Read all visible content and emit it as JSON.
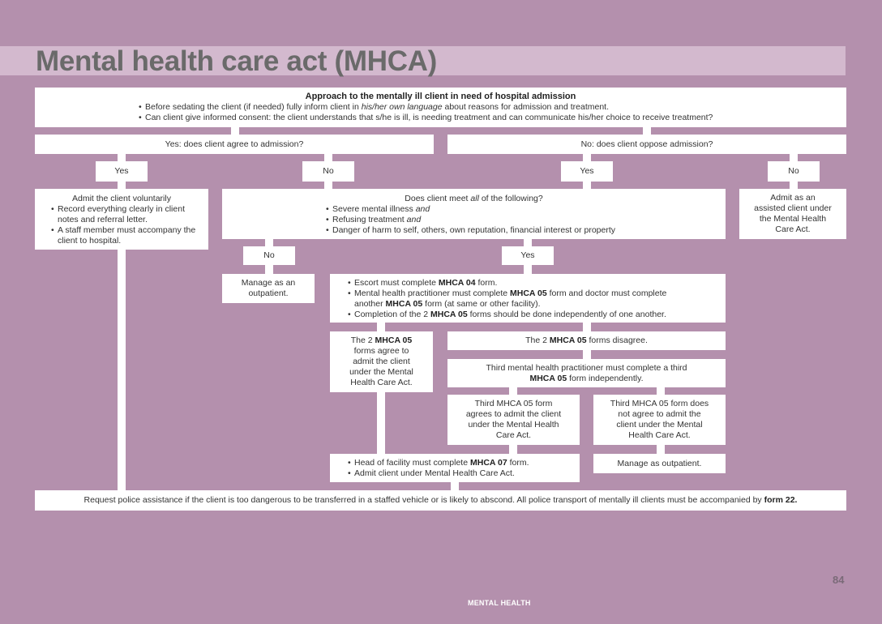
{
  "page": {
    "title": "Mental health care act (MHCA)",
    "page_number": "84",
    "footer": "MENTAL HEALTH"
  },
  "top": {
    "heading": "Approach to the mentally ill client in need of hospital admission",
    "b1_pre": "Before sedating the client (if needed) fully inform client in ",
    "b1_em": "his/her own language",
    "b1_post": " about reasons for admission and treatment.",
    "b2": "Can client give informed consent: the client understands that s/he is ill, is needing treatment and can communicate his/her choice to receive treatment?"
  },
  "yes_branch": {
    "label": "Yes: does client agree to admission?"
  },
  "no_branch": {
    "label": "No: does client oppose admission?"
  },
  "labels": {
    "yes": "Yes",
    "no": "No"
  },
  "voluntary": {
    "title": "Admit the client voluntarily",
    "b1": "Record everything clearly in client notes and referral letter.",
    "b2": "A staff member must accompany the client to hospital."
  },
  "criteria": {
    "q_pre": "Does client meet ",
    "q_em": "all",
    "q_post": " of the following?",
    "c1": "Severe mental illness ",
    "c2": "Refusing treatment ",
    "c3": "Danger of harm to self, others, own reputation, financial interest or property",
    "and": "and"
  },
  "assisted": {
    "text": "Admit as an assisted client under the Mental Health Care Act."
  },
  "outpatient1": {
    "text": "Manage as an outpatient."
  },
  "escort": {
    "b1_pre": "Escort must complete ",
    "b1_bold": "MHCA 04",
    "b1_post": " form.",
    "b2_pre": "Mental health practitioner must complete ",
    "b2_bold": "MHCA 05",
    "b2_mid": " form and doctor must complete another ",
    "b2_bold2": "MHCA 05",
    "b2_post": " form (at same or other facility).",
    "b3_pre": "Completion of the 2 ",
    "b3_bold": "MHCA 05",
    "b3_post": " forms should be done independently of one another."
  },
  "agree": {
    "pre": "The 2 ",
    "bold": "MHCA 05",
    "post": " forms agree to admit the client under the Mental Health Care Act."
  },
  "disagree": {
    "pre": "The 2 ",
    "bold": "MHCA 05",
    "post": " forms disagree."
  },
  "third": {
    "pre": "Third mental health practitioner must complete a third ",
    "bold": "MHCA 05",
    "post": " form independently."
  },
  "third_agree": {
    "text": "Third MHCA 05 form agrees to admit the client under the Mental Health Care Act."
  },
  "third_disagree": {
    "text": "Third MHCA 05 form does not agree to admit the client under the Mental Health Care Act."
  },
  "head": {
    "b1_pre": "Head of facility must complete ",
    "b1_bold": "MHCA 07",
    "b1_post": " form.",
    "b2": "Admit client under Mental Health Care Act."
  },
  "outpatient2": {
    "text": "Manage as outpatient."
  },
  "police": {
    "pre": "Request police assistance if the client is too dangerous to be transferred in a staffed vehicle or is likely to abscond. All police transport of mentally ill clients must be accompanied by ",
    "bold": "form 22."
  }
}
